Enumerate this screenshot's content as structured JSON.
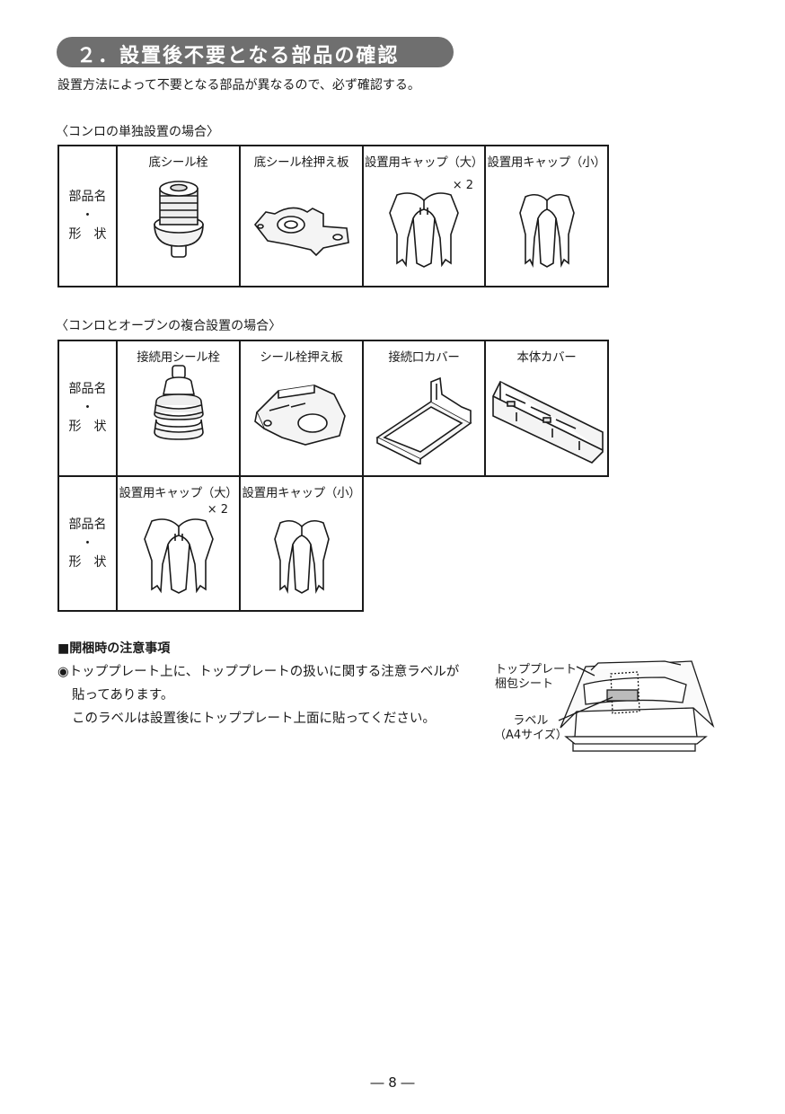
{
  "header": {
    "title": "２．設置後不要となる部品の確認"
  },
  "intro": "設置方法によって不要となる部品が異なるので、必ず確認する。",
  "sections": {
    "single": {
      "label": "〈コンロの単独設置の場合〉",
      "row_label": {
        "line1": "部品名",
        "line2": "・",
        "line3": "形　状"
      },
      "parts": [
        {
          "name": "底シール栓",
          "icon": "seal-plug-icon"
        },
        {
          "name": "底シール栓押え板",
          "icon": "seal-plug-plate-icon"
        },
        {
          "name": "設置用キャップ（大）",
          "note": "× 2",
          "icon": "install-cap-large-icon"
        },
        {
          "name": "設置用キャップ（小）",
          "icon": "install-cap-small-icon"
        }
      ]
    },
    "combined": {
      "label": "〈コンロとオーブンの複合設置の場合〉",
      "row_label": {
        "line1": "部品名",
        "line2": "・",
        "line3": "形　状"
      },
      "row1": [
        {
          "name": "接続用シール栓",
          "icon": "connection-seal-plug-icon"
        },
        {
          "name": "シール栓押え板",
          "icon": "seal-plug-plate-icon"
        },
        {
          "name": "接続口カバー",
          "icon": "connection-port-cover-icon"
        },
        {
          "name": "本体カバー",
          "icon": "body-cover-icon"
        }
      ],
      "row2": [
        {
          "name": "設置用キャップ（大）",
          "note": "× 2",
          "icon": "install-cap-large-icon"
        },
        {
          "name": "設置用キャップ（小）",
          "icon": "install-cap-small-icon"
        }
      ]
    }
  },
  "notice": {
    "title": "■開梱時の注意事項",
    "para1": "◉トッププレート上に、トッププレートの扱いに関する注意ラベルが貼ってあります。",
    "para2": "このラベルは設置後にトッププレート上面に貼ってください。"
  },
  "illustration": {
    "callout1_line1": "トッププレート",
    "callout1_line2": "梱包シート",
    "callout2_line1": "ラベル",
    "callout2_line2": "（A4サイズ）"
  },
  "page_number": "― 8 ―"
}
